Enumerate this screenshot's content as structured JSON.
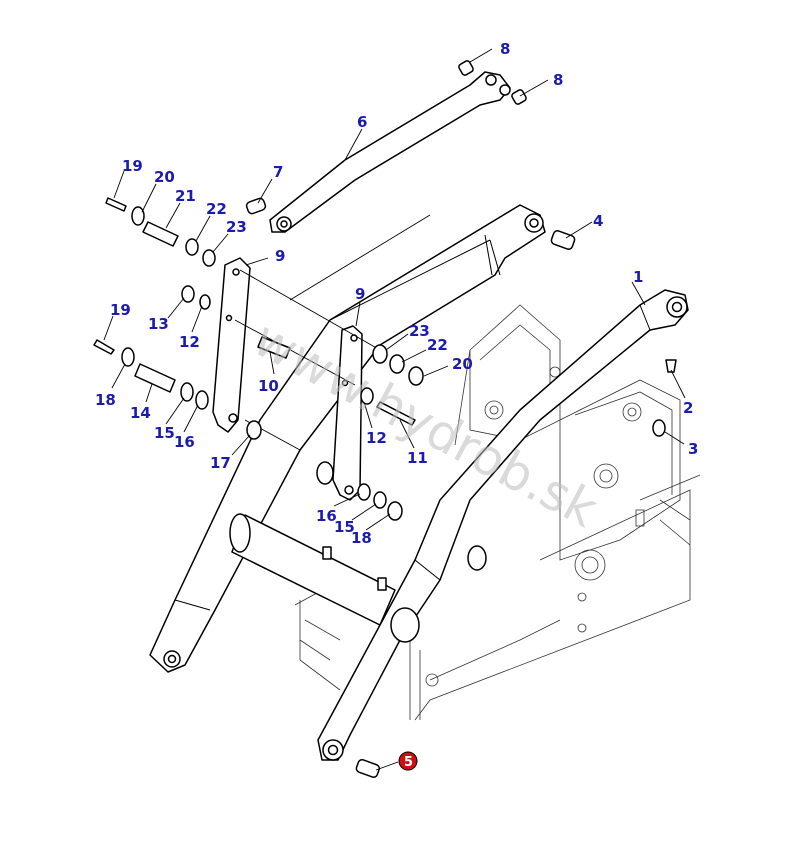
{
  "diagram": {
    "watermark": "www.hydrob.sk",
    "highlighted_part": "5",
    "highlight_color": "#d01010",
    "callout_color": "#1b1bb0",
    "callouts": [
      "1",
      "2",
      "3",
      "4",
      "5",
      "6",
      "7",
      "8",
      "8",
      "9",
      "9",
      "10",
      "11",
      "12",
      "12",
      "13",
      "14",
      "15",
      "15",
      "16",
      "16",
      "17",
      "18",
      "18",
      "19",
      "19",
      "20",
      "20",
      "21",
      "22",
      "22",
      "23",
      "23"
    ]
  }
}
